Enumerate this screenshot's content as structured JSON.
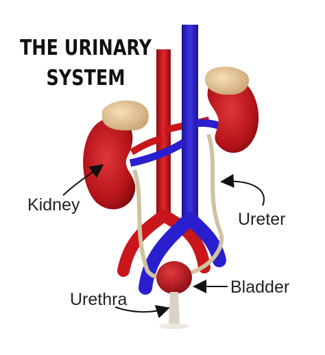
{
  "title": {
    "line1": "THE URINARY",
    "line2": "SYSTEM"
  },
  "labels": {
    "kidney": "Kidney",
    "ureter": "Ureter",
    "bladder": "Bladder",
    "urethra": "Urethra"
  },
  "colors": {
    "artery": "#c8161b",
    "vein": "#2a1fcf",
    "kidney": "#b3141a",
    "adrenal": "#e6c79a",
    "ureter": "#d9cfb0",
    "bladder": "#b0151a"
  }
}
